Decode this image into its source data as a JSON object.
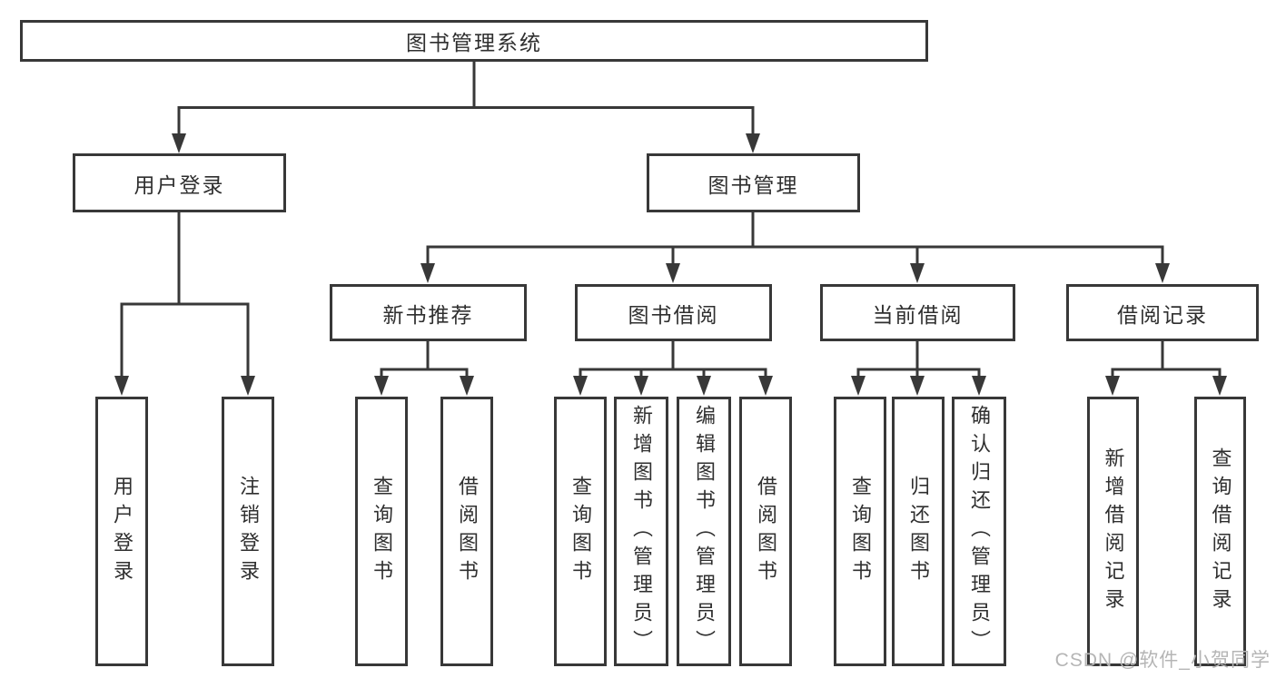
{
  "diagram": {
    "title": "图书管理系统",
    "root": {
      "label": "图书管理系统"
    },
    "level2": [
      {
        "label": "用户登录"
      },
      {
        "label": "图书管理"
      }
    ],
    "level3": [
      {
        "label": "新书推荐",
        "parent": "图书管理"
      },
      {
        "label": "图书借阅",
        "parent": "图书管理"
      },
      {
        "label": "当前借阅",
        "parent": "图书管理"
      },
      {
        "label": "借阅记录",
        "parent": "图书管理"
      }
    ],
    "leaves": [
      {
        "label": "用户登录",
        "parent": "用户登录"
      },
      {
        "label": "注销登录",
        "parent": "用户登录"
      },
      {
        "label": "查询图书",
        "parent": "新书推荐"
      },
      {
        "label": "借阅图书",
        "parent": "新书推荐"
      },
      {
        "label": "查询图书",
        "parent": "图书借阅"
      },
      {
        "label": "新增图书（管理员）",
        "parent": "图书借阅"
      },
      {
        "label": "编辑图书（管理员）",
        "parent": "图书借阅"
      },
      {
        "label": "借阅图书",
        "parent": "图书借阅"
      },
      {
        "label": "查询图书",
        "parent": "当前借阅"
      },
      {
        "label": "归还图书",
        "parent": "当前借阅"
      },
      {
        "label": "确认归还（管理员）",
        "parent": "当前借阅"
      },
      {
        "label": "新增借阅记录",
        "parent": "借阅记录"
      },
      {
        "label": "查询借阅记录",
        "parent": "借阅记录"
      }
    ]
  },
  "watermark": "CSDN @软件_小贺同学",
  "colors": {
    "line": "#383838",
    "text": "#2f2f2f",
    "watermark": "#b5b5b5",
    "background": "#ffffff"
  }
}
